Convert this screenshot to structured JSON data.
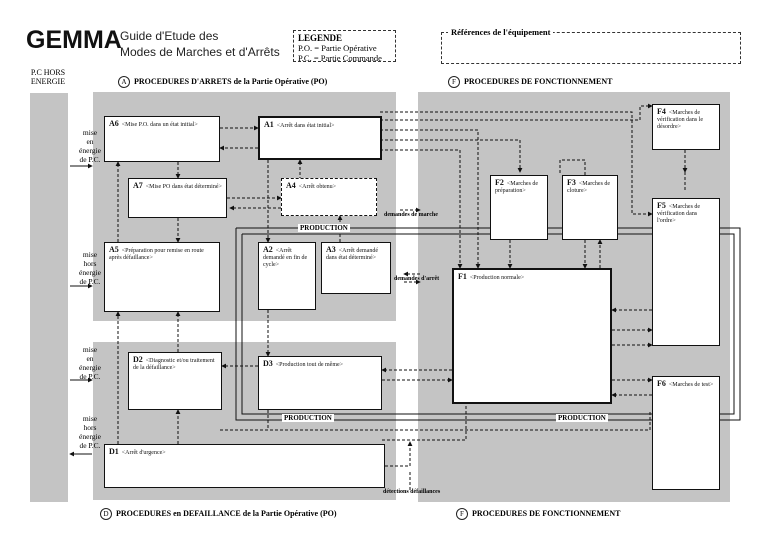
{
  "header": {
    "title": "GEMMA",
    "subtitle_line1": "Guide d'Etude des",
    "subtitle_line2": "Modes de Marches et d'Arrêts"
  },
  "legend": {
    "title": "LEGENDE",
    "po": "P.O. = Partie Opérative",
    "pc": "P.C. = Partie Commande"
  },
  "references_label": "Références de l'équipement",
  "pc_hors_energie": [
    "P.C HORS",
    "ENERGIE"
  ],
  "sections": {
    "a_letter": "A",
    "a_title": "PROCEDURES D'ARRETS de la Partie Opérative (PO)",
    "f_letter": "F",
    "f_title": "PROCEDURES DE FONCTIONNEMENT",
    "d_letter": "D",
    "d_title": "PROCEDURES en DEFAILLANCE de la Partie Opérative (PO)",
    "f2_title": "PROCEDURES DE FONCTIONNEMENT"
  },
  "side_labels": {
    "s1": [
      "mise",
      "en",
      "énergie",
      "de P.C."
    ],
    "s2": [
      "mise",
      "hors",
      "énergie",
      "de P.C."
    ],
    "s3": [
      "mise",
      "en",
      "énergie",
      "de P.C."
    ],
    "s4": [
      "mise",
      "hors",
      "énergie",
      "de P.C."
    ]
  },
  "boxes": {
    "A6": {
      "id": "A6",
      "text": "<Mise P.O. dans un état initial>"
    },
    "A1": {
      "id": "A1",
      "text": "<Arrêt dans état initial>"
    },
    "A7": {
      "id": "A7",
      "text": "<Mise PO dans état déterminé>"
    },
    "A4": {
      "id": "A4",
      "text": "<Arrêt obtenu>"
    },
    "A5": {
      "id": "A5",
      "text": "<Préparation pour remise en route après défaillance>"
    },
    "A2": {
      "id": "A2",
      "text": "<Arrêt demandé en fin de cycle>"
    },
    "A3": {
      "id": "A3",
      "text": "<Arrêt demandé dans état déterminé>"
    },
    "F1": {
      "id": "F1",
      "text": "<Production normale>"
    },
    "F2": {
      "id": "F2",
      "text": "<Marches de préparation>"
    },
    "F3": {
      "id": "F3",
      "text": "<Marches de cloture>"
    },
    "F4": {
      "id": "F4",
      "text": "<Marches de vérification dans le désordre>"
    },
    "F5": {
      "id": "F5",
      "text": "<Marches de vérification dans l'ordre>"
    },
    "F6": {
      "id": "F6",
      "text": "<Marches de test>"
    },
    "D2": {
      "id": "D2",
      "text": "<Diagnostic et/ou traitement de la défaillance>"
    },
    "D3": {
      "id": "D3",
      "text": "<Production tout de même>"
    },
    "D1": {
      "id": "D1",
      "text": "<Arrêt d'urgence>"
    }
  },
  "labels": {
    "production_top": "PRODUCTION",
    "demandes_marche": "demandes de marche",
    "demandes_arret": "demandes d'arrêt",
    "production_bottom_left": "PRODUCTION",
    "production_bottom_right": "PRODUCTION",
    "detections": "détections défaillances"
  }
}
